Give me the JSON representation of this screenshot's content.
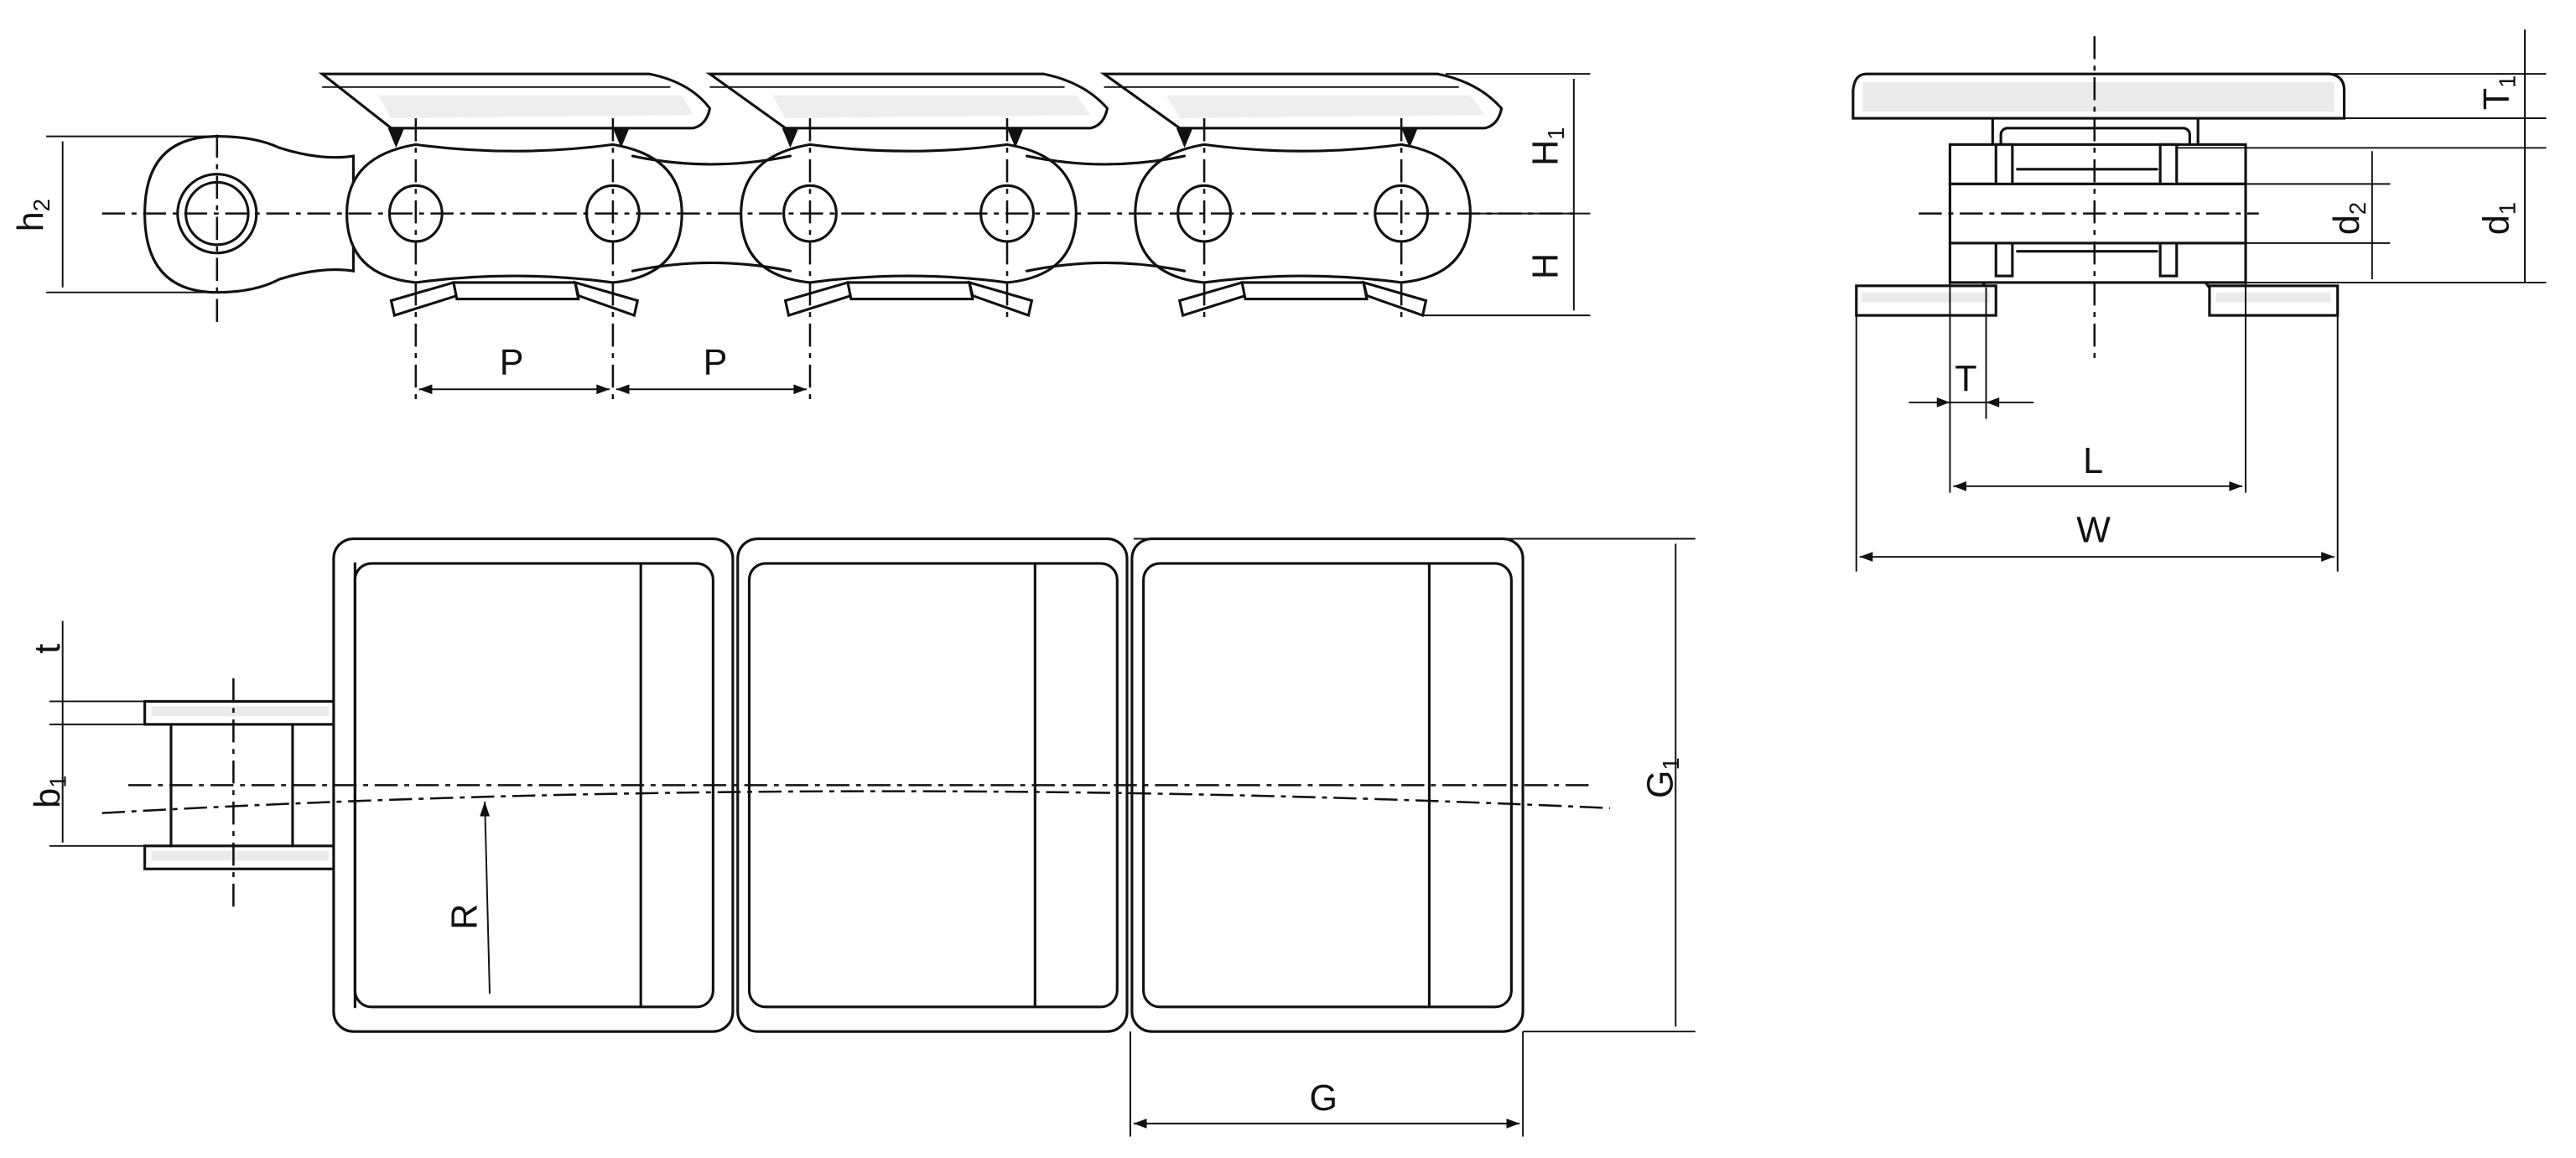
{
  "figure": {
    "subject": "Flat-top conveyor chain with attachment plates",
    "line_color": "#111111",
    "shade_color": "#e2e2e2",
    "background": "#ffffff"
  },
  "views": {
    "side_view": {
      "labels": {
        "h2": "h",
        "h2_sub": "2",
        "H1": "H",
        "H1_sub": "1",
        "H": "H",
        "P_left": "P",
        "P_right": "P"
      }
    },
    "end_view": {
      "labels": {
        "T1": "T",
        "T1_sub": "1",
        "d1": "d",
        "d1_sub": "1",
        "d2": "d",
        "d2_sub": "2",
        "T": "T",
        "L": "L",
        "W": "W"
      }
    },
    "top_view": {
      "labels": {
        "t": "t",
        "b1": "b",
        "b1_sub": "1",
        "R": "R",
        "G1": "G",
        "G1_sub": "1",
        "G": "G"
      }
    }
  }
}
